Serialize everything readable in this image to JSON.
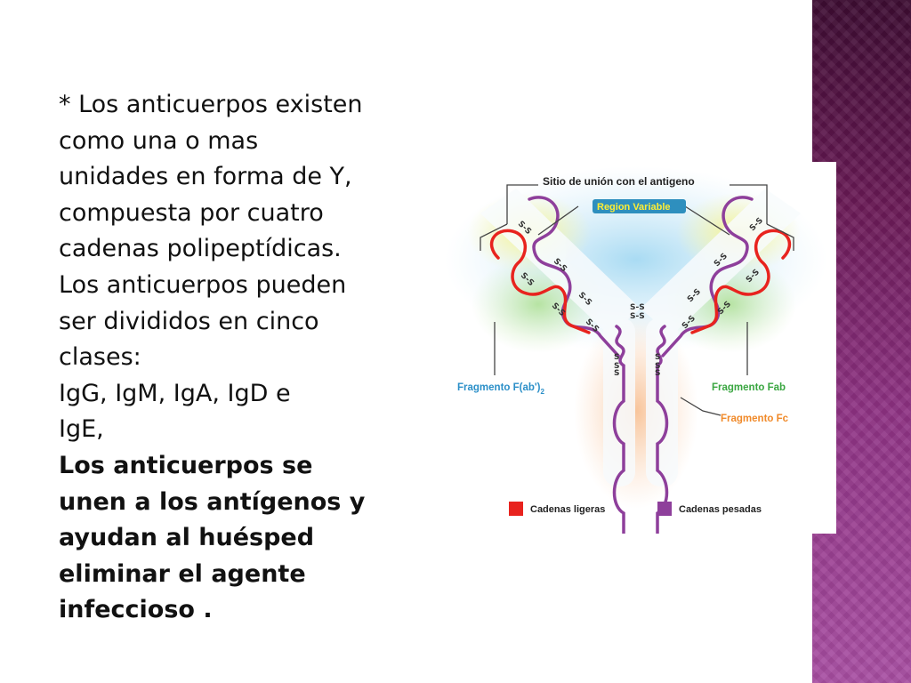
{
  "slide": {
    "lines": [
      "* Los anticuerpos existen",
      "como una o mas",
      "unidades en forma de Y,",
      "compuesta por cuatro",
      "cadenas polipeptídicas.",
      "Los anticuerpos pueden",
      "ser divididos en cinco",
      "clases:",
      "IgG,  IgM,  IgA,  IgD  e",
      "IgE,"
    ],
    "bold_lines": [
      "Los anticuerpos se",
      "unen a los antígenos y",
      "ayudan al huésped",
      "eliminar el agente",
      "infeccioso ."
    ]
  },
  "diagram": {
    "title_label": "Sitio de unión con el antigeno",
    "region_label": "Region Variable",
    "fab2_label": "Fragmento F(ab')",
    "fab2_sub": "2",
    "fab_label": "Fragmento Fab",
    "fc_label": "Fragmento Fc",
    "legend": {
      "light_label": "Cadenas ligeras",
      "heavy_label": "Cadenas pesadas",
      "light_color": "#e8231e",
      "heavy_color": "#8e3f9b"
    },
    "ss_label": "S-S",
    "ss_short": "S"
  },
  "theme": {
    "band_color_top": "#3d0c32",
    "band_color_bottom": "#a84ea2"
  }
}
